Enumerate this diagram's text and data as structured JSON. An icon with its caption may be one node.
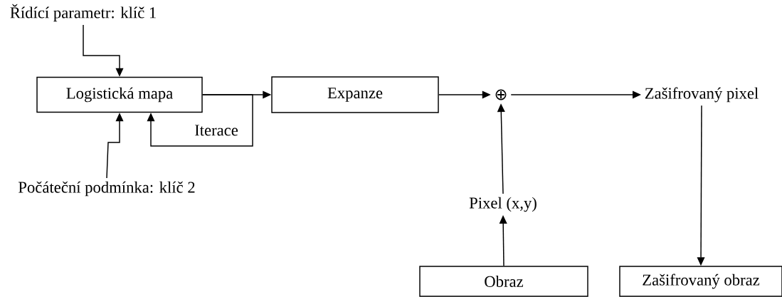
{
  "diagram": {
    "nodes": [
      {
        "text": [
          "Řídící parametr: klíč 1"
        ]
      },
      {
        "text": [
          "Logistická mapa"
        ]
      },
      {
        "text": [
          "Počáteční podmínka: klíč 2"
        ]
      },
      {
        "text": [
          "Expanze"
        ]
      },
      {
        "text": [
          "⊕"
        ]
      },
      {
        "text": [
          "Zašifrovaný pixel"
        ]
      },
      {
        "text": [
          "Pixel (x,y)"
        ]
      },
      {
        "text": [
          "Obraz"
        ]
      },
      {
        "text": [
          "Zašifrovaný obraz"
        ]
      }
    ],
    "edges": [
      {
        "from": 0,
        "to": 1,
        "arrow": "to"
      },
      {
        "from": 2,
        "to": 1,
        "arrow": "to"
      },
      {
        "from": 1,
        "to": 3,
        "arrow": "to"
      },
      {
        "from": 1,
        "to": 1,
        "arrow": "to",
        "label": "Iterace"
      },
      {
        "from": 3,
        "to": 4,
        "arrow": "to"
      },
      {
        "from": 4,
        "to": 5,
        "arrow": "to"
      },
      {
        "from": 6,
        "to": 4,
        "arrow": "to"
      },
      {
        "from": 7,
        "to": 6,
        "arrow": "to"
      },
      {
        "from": 5,
        "to": 8,
        "arrow": "to"
      }
    ]
  }
}
